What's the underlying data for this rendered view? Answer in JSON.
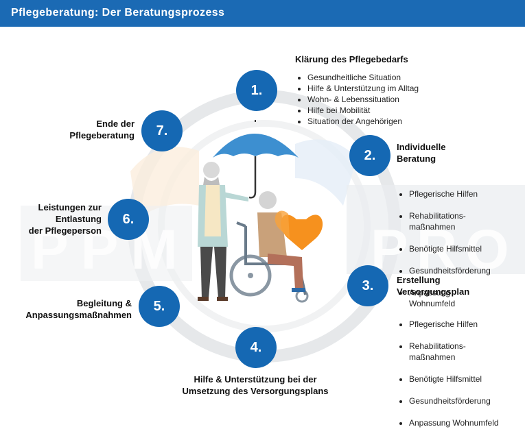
{
  "header": {
    "title": "Pflegeberatung: Der Beratungsprozess"
  },
  "colors": {
    "header_bg": "#1b6ab4",
    "step_circle": "#1568b3",
    "umbrella": "#3d8fd0",
    "balloon": "#f6911e"
  },
  "watermark": {
    "text_left": "PPM",
    "text_right": "PRO"
  },
  "steps": [
    {
      "number": "1.",
      "title_lines": [
        "Klärung des Pflegebedarfs"
      ],
      "bullets": [
        "Gesundheitliche Situation",
        "Hilfe & Unterstützung im Alltag",
        "Wohn- & Lebenssituation",
        "Hilfe bei Mobilität",
        "Situation der Angehörigen"
      ]
    },
    {
      "number": "2.",
      "title_lines": [
        "Individuelle",
        "Beratung"
      ],
      "bullets": [
        "Pflegerische Hilfen",
        "Rehabilitations-\nmaßnahmen",
        "Benötigte Hilfsmittel",
        "Gesundheitsförderung",
        "Anpassung\nWohnumfeld"
      ]
    },
    {
      "number": "3.",
      "title_lines": [
        "Erstellung",
        "Versorgungsplan"
      ],
      "bullets": [
        "Pflegerische Hilfen",
        "Rehabilitations-\nmaßnahmen",
        "Benötigte Hilfsmittel",
        "Gesundheitsförderung",
        "Anpassung Wohnumfeld"
      ]
    },
    {
      "number": "4.",
      "title_lines": [
        "Hilfe & Unterstützung bei der",
        "Umsetzung des Versorgungsplans"
      ],
      "bullets": []
    },
    {
      "number": "5.",
      "title_lines": [
        "Begleitung &",
        "Anpassungsmaßnahmen"
      ],
      "bullets": []
    },
    {
      "number": "6.",
      "title_lines": [
        "Leistungen zur",
        "Entlastung",
        "der Pflegeperson"
      ],
      "bullets": []
    },
    {
      "number": "7.",
      "title_lines": [
        "Ende der",
        "Pflegeberatung"
      ],
      "bullets": []
    }
  ]
}
